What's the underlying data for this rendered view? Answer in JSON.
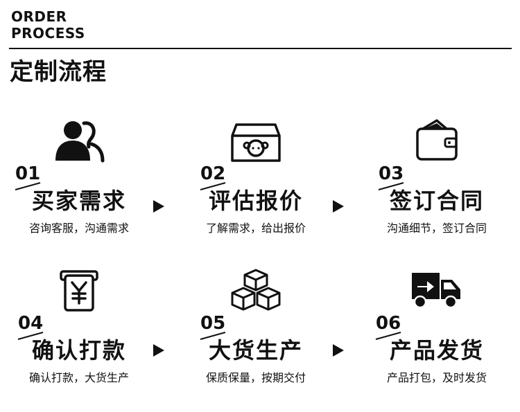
{
  "header": {
    "title_en_line1": "ORDER",
    "title_en_line2": "PROCESS",
    "title_cn": "定制流程"
  },
  "steps": [
    {
      "num": "01",
      "title": "买家需求",
      "desc": "咨询客服，沟通需求",
      "icon": "customer-service-icon"
    },
    {
      "num": "02",
      "title": "评估报价",
      "desc": "了解需求，给出报价",
      "icon": "product-box-icon"
    },
    {
      "num": "03",
      "title": "签订合同",
      "desc": "沟通细节，签订合同",
      "icon": "wallet-icon"
    },
    {
      "num": "04",
      "title": "确认打款",
      "desc": "确认打款，大货生产",
      "icon": "yen-payment-icon"
    },
    {
      "num": "05",
      "title": "大货生产",
      "desc": "保质保量，按期交付",
      "icon": "stacked-boxes-icon"
    },
    {
      "num": "06",
      "title": "产品发货",
      "desc": "产品打包，及时发货",
      "icon": "delivery-truck-icon"
    }
  ],
  "colors": {
    "ink": "#111111",
    "background": "#ffffff"
  }
}
